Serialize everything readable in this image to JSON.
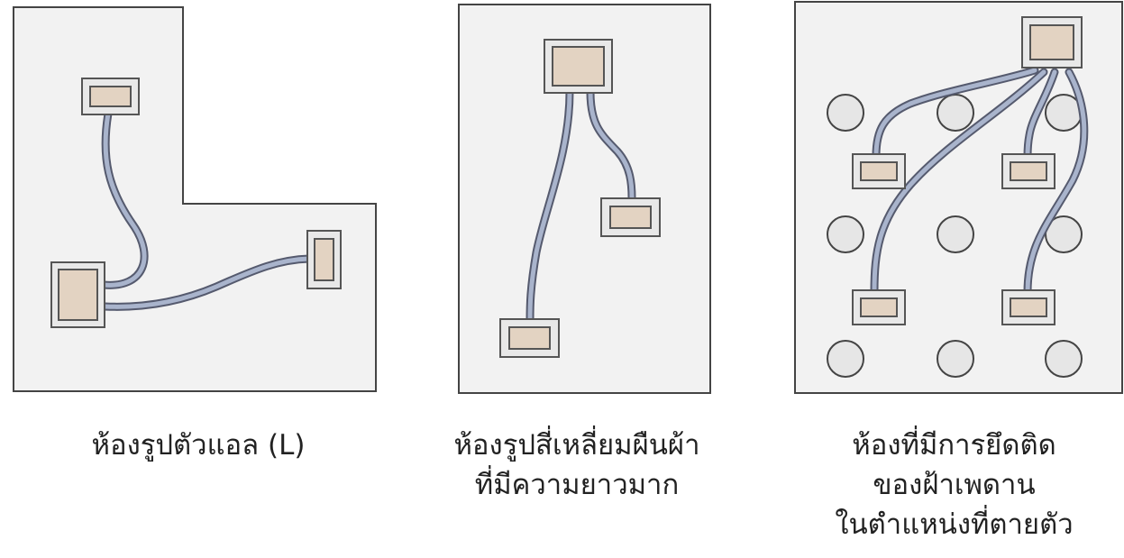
{
  "panels": [
    {
      "id": "l-shape",
      "caption_lines": [
        "ห้องรูปตัวแอล (L)"
      ]
    },
    {
      "id": "long-rect",
      "caption_lines": [
        "ห้องรูปสี่เหลี่ยมผืนผ้า",
        "ที่มีความยาวมาก"
      ]
    },
    {
      "id": "fixed-ceiling",
      "caption_lines": [
        "ห้องที่มีการยึดติด",
        "ของฝ้าเพดาน",
        "ในตำแหน่งที่ตายตัว"
      ]
    }
  ],
  "colors": {
    "room_fill": "#f2f2f2",
    "room_stroke": "#444444",
    "duct_outer": "#555a6e",
    "duct_inner": "#a9b4cc",
    "diffuser_frame": "#e8e8e8",
    "diffuser_core": "#e3d3c2",
    "fixture_fill": "#e6e6e6"
  }
}
